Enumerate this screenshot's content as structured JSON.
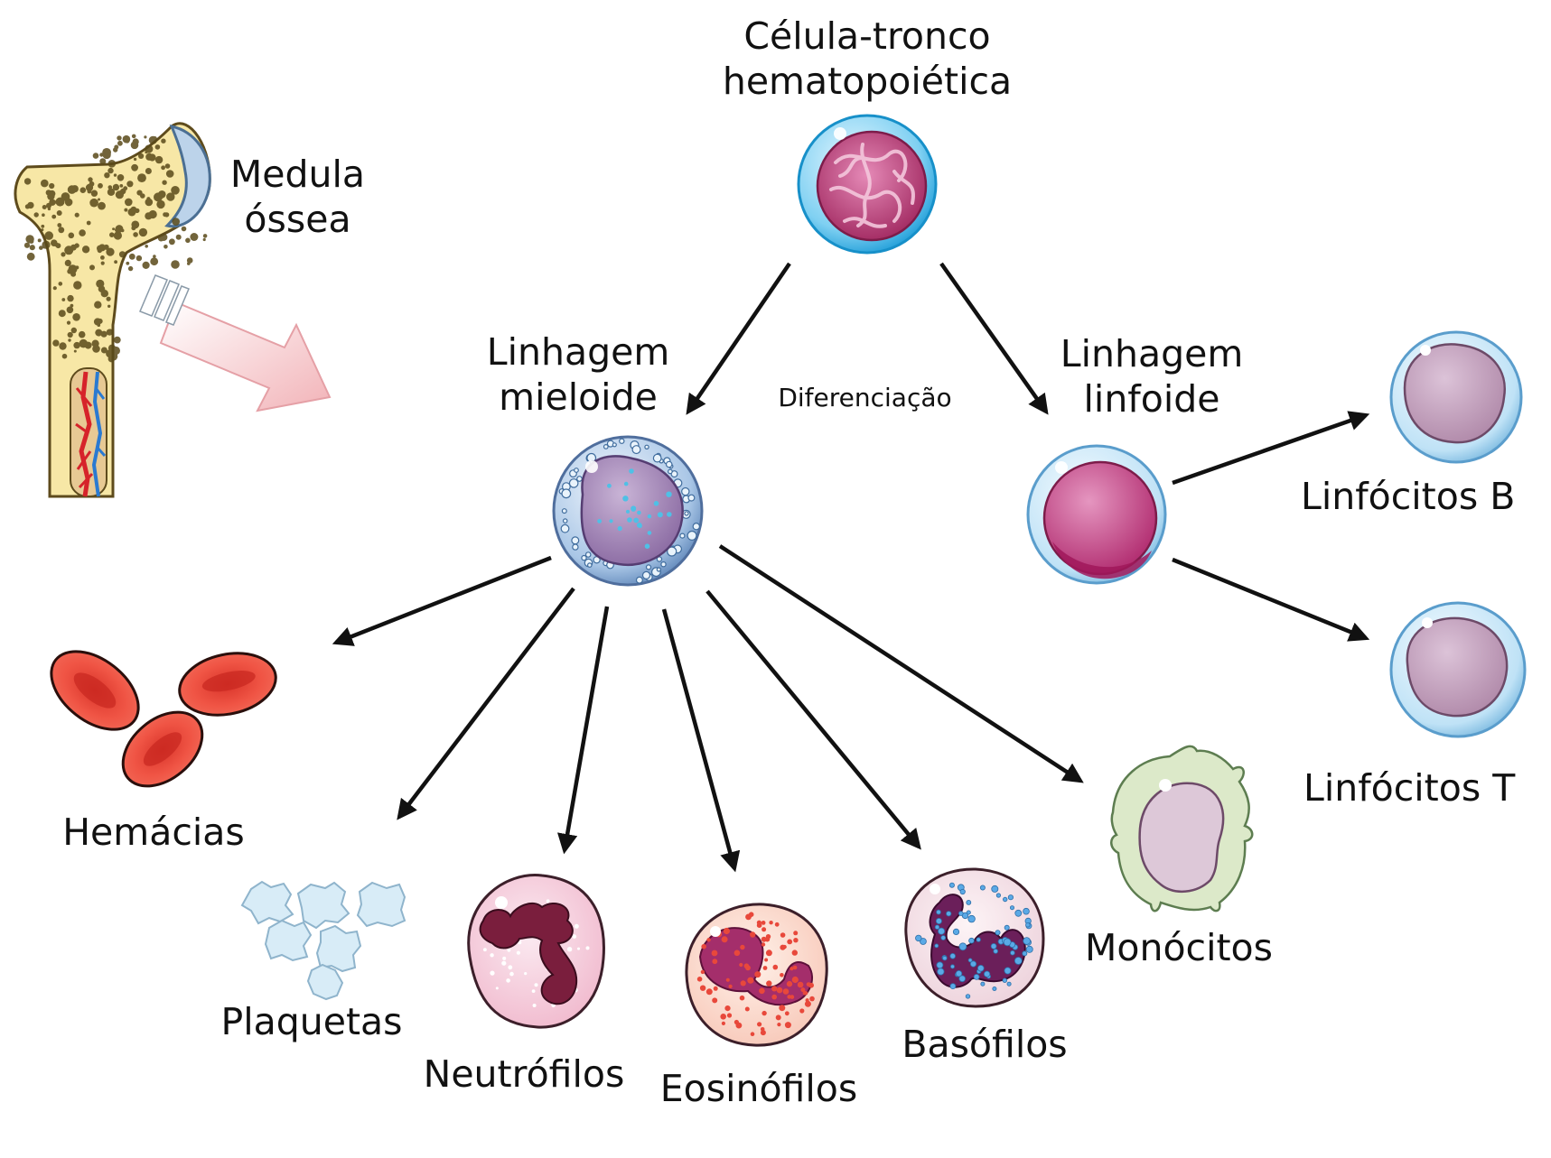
{
  "labels": {
    "stem_cell": [
      "Célula-tronco",
      "hematopoiética"
    ],
    "bone_marrow": [
      "Medula",
      "óssea"
    ],
    "myeloid": [
      "Linhagem",
      "mieloide"
    ],
    "lymphoid": [
      "Linhagem",
      "linfoide"
    ],
    "differentiation": "Diferenciação",
    "red_cells": "Hemácias",
    "platelets": "Plaquetas",
    "neutrophils": "Neutrófilos",
    "eosinophils": "Eosinófilos",
    "basophils": "Basófilos",
    "monocytes": "Monócitos",
    "b_cells": "Linfócitos B",
    "t_cells": "Linfócitos T"
  },
  "colors": {
    "arrow": "#111111",
    "bone": "#f7e7a6",
    "bone_pores": "#5a4a1a",
    "cartilage": "#bcd3ea",
    "vessel_red": "#d6232a",
    "vessel_blue": "#2a7ad1",
    "stem_membrane": "#29a8e0",
    "stem_nucleus": "#b0326e",
    "myeloid_nucleus": "#9373a8",
    "lymphoid_nucleus": "#c2407f",
    "lymphocyte_nucleus": "#b989ad",
    "rbc": "#ef4638",
    "platelet": "#cfe7f4",
    "neutrophil_nucleus": "#7a1e3d",
    "eosinophil_nucleus": "#a42e6b",
    "eosin_granule": "#e8483b",
    "basophil_nucleus": "#6b1f5a",
    "baso_granule": "#5aa9e6",
    "monocyte_cyto": "#dce9c9",
    "monocyte_nucleus": "#ddc8d8"
  }
}
